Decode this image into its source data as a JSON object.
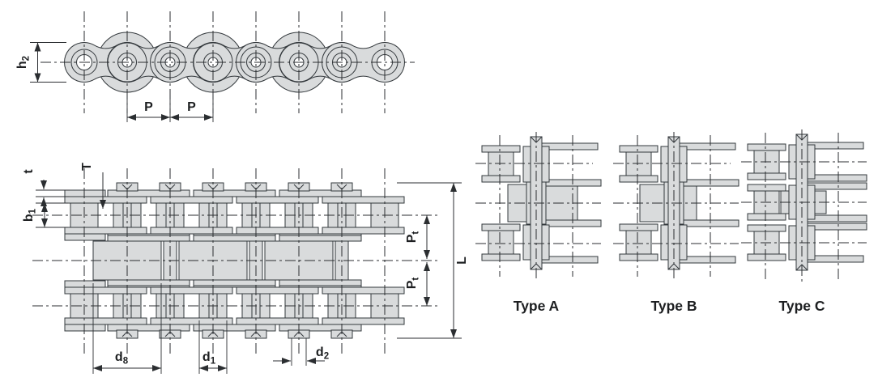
{
  "colors": {
    "part-fill": "#d9dbdc",
    "part-stroke": "#33383c",
    "line": "#2b2e31",
    "text": "#1d1f21",
    "bg": "#ffffff"
  },
  "labels": {
    "h2": {
      "base": "h",
      "sub": "2"
    },
    "p1": "P",
    "p2": "P",
    "t": "t",
    "T": "T",
    "b1": {
      "base": "b",
      "sub": "1"
    },
    "pt1": {
      "base": "P",
      "sub": "t"
    },
    "pt2": {
      "base": "P",
      "sub": "t"
    },
    "L": "L",
    "d8": {
      "base": "d",
      "sub": "8"
    },
    "d1": {
      "base": "d",
      "sub": "1"
    },
    "d2": {
      "base": "d",
      "sub": "2"
    }
  },
  "types": {
    "a": "Type A",
    "b": "Type B",
    "c": "Type C"
  }
}
